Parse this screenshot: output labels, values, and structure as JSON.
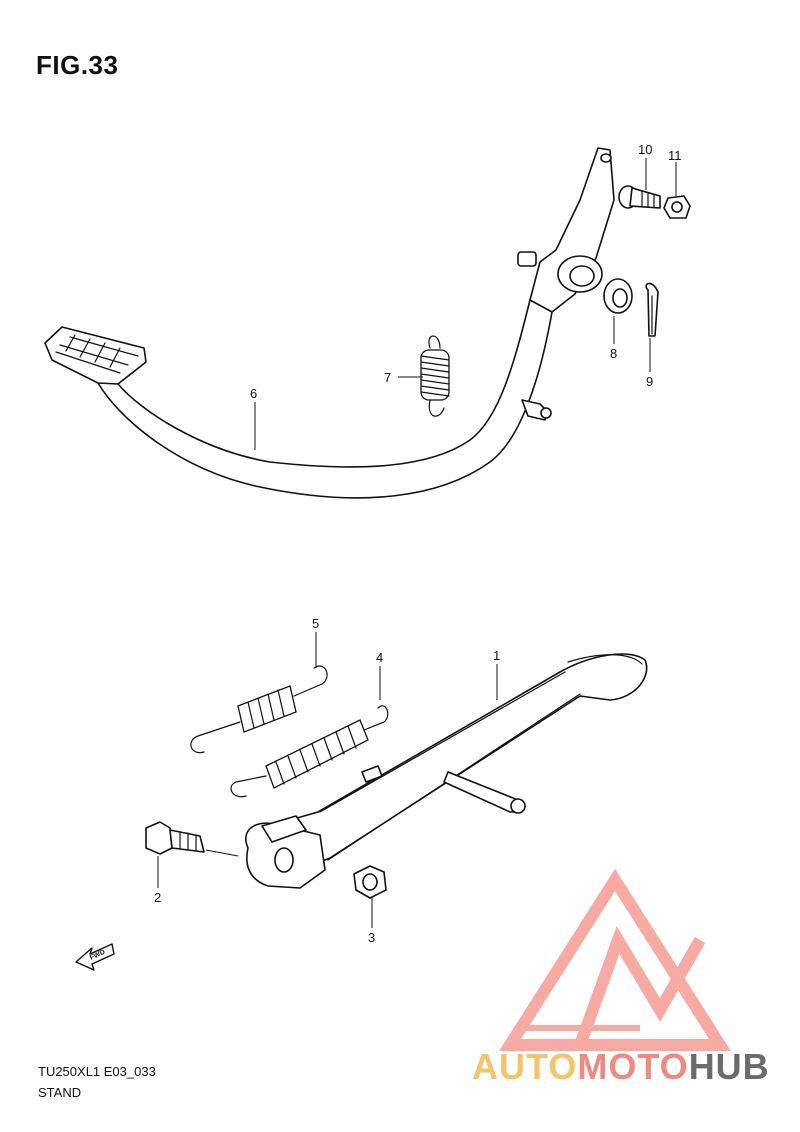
{
  "figure": {
    "title": "FIG.33",
    "code": "TU250XL1 E03_033",
    "name": "STAND"
  },
  "callouts": {
    "c1": "1",
    "c2": "2",
    "c3": "3",
    "c4": "4",
    "c5": "5",
    "c6": "6",
    "c7": "7",
    "c8": "8",
    "c9": "9",
    "c10": "10",
    "c11": "11"
  },
  "fwd_label": "FWD",
  "watermark": {
    "part1": "AUTO",
    "part2": "MOTO",
    "part3": "HUB",
    "colors": {
      "auto": "#f5c36a",
      "moto": "#f08a80",
      "hub": "#6b6b6b",
      "logo": "#f7a09a"
    }
  },
  "colors": {
    "line": "#111111",
    "background": "#ffffff"
  }
}
